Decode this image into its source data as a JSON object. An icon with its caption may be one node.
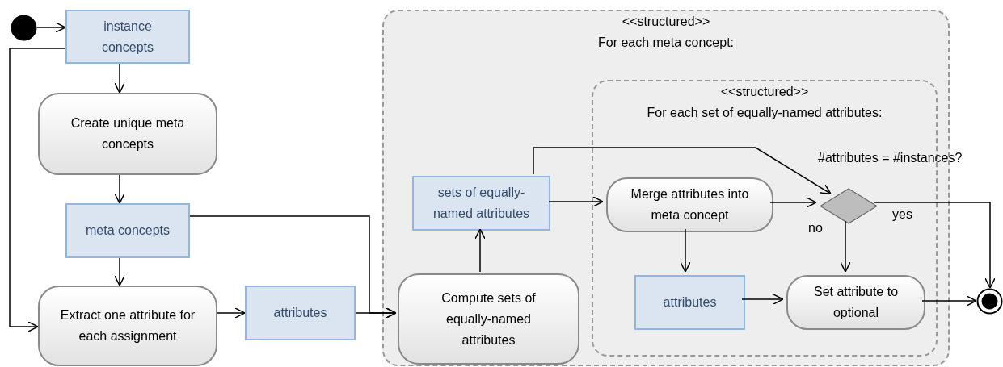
{
  "diagram": {
    "nodes": [
      {
        "text": [],
        "shape": "circle"
      },
      {
        "text": [
          "instance concepts"
        ]
      },
      {
        "text": [
          "Create unique meta concepts"
        ]
      },
      {
        "text": [
          "meta concepts"
        ]
      },
      {
        "text": [
          "Extract one attribute for each assignment"
        ]
      },
      {
        "text": [
          "attributes"
        ]
      },
      {
        "text": [
          "<<structured>>",
          "For each meta concept:"
        ]
      },
      {
        "text": [
          "Compute sets of equally-named attributes"
        ],
        "in": 6
      },
      {
        "text": [
          "sets of equally-named attributes"
        ],
        "in": 6
      },
      {
        "text": [
          "<<structured>>",
          "For each set of equally-named attributes:"
        ],
        "in": 6
      },
      {
        "text": [
          "Merge attributes into meta concept"
        ],
        "in": 9
      },
      {
        "text": [],
        "shape": "diamond",
        "in": 9,
        "beside": [
          "#attributes = #instances?"
        ]
      },
      {
        "text": [
          "attributes"
        ],
        "in": 9
      },
      {
        "text": [
          "Set attribute to optional"
        ],
        "in": 9
      },
      {
        "text": [],
        "shape": "circle"
      }
    ],
    "edges": [
      {
        "from": 0,
        "to": 1,
        "arrow": "to"
      },
      {
        "from": 1,
        "to": 4,
        "arrow": "to"
      },
      {
        "from": 1,
        "to": 2,
        "arrow": "to"
      },
      {
        "from": 2,
        "to": 3,
        "arrow": "to"
      },
      {
        "from": 3,
        "to": 4,
        "arrow": "to"
      },
      {
        "from": 4,
        "to": 5,
        "arrow": "to"
      },
      {
        "from": 3,
        "to": 7,
        "arrow": "to"
      },
      {
        "from": 5,
        "to": 7,
        "arrow": "to"
      },
      {
        "from": 7,
        "to": 8,
        "arrow": "to"
      },
      {
        "from": 8,
        "to": 10,
        "arrow": "to"
      },
      {
        "from": 8,
        "to": 11,
        "arrow": "to"
      },
      {
        "from": 10,
        "to": 11,
        "arrow": "to"
      },
      {
        "from": 11,
        "to": 13,
        "arrow": "to",
        "label": "no"
      },
      {
        "from": 11,
        "to": 14,
        "arrow": "to",
        "label": "yes"
      },
      {
        "from": 12,
        "to": 13,
        "arrow": "to"
      },
      {
        "from": 13,
        "to": 14,
        "arrow": "to"
      },
      {
        "from": 10,
        "to": 12,
        "arrow": "to"
      }
    ]
  }
}
